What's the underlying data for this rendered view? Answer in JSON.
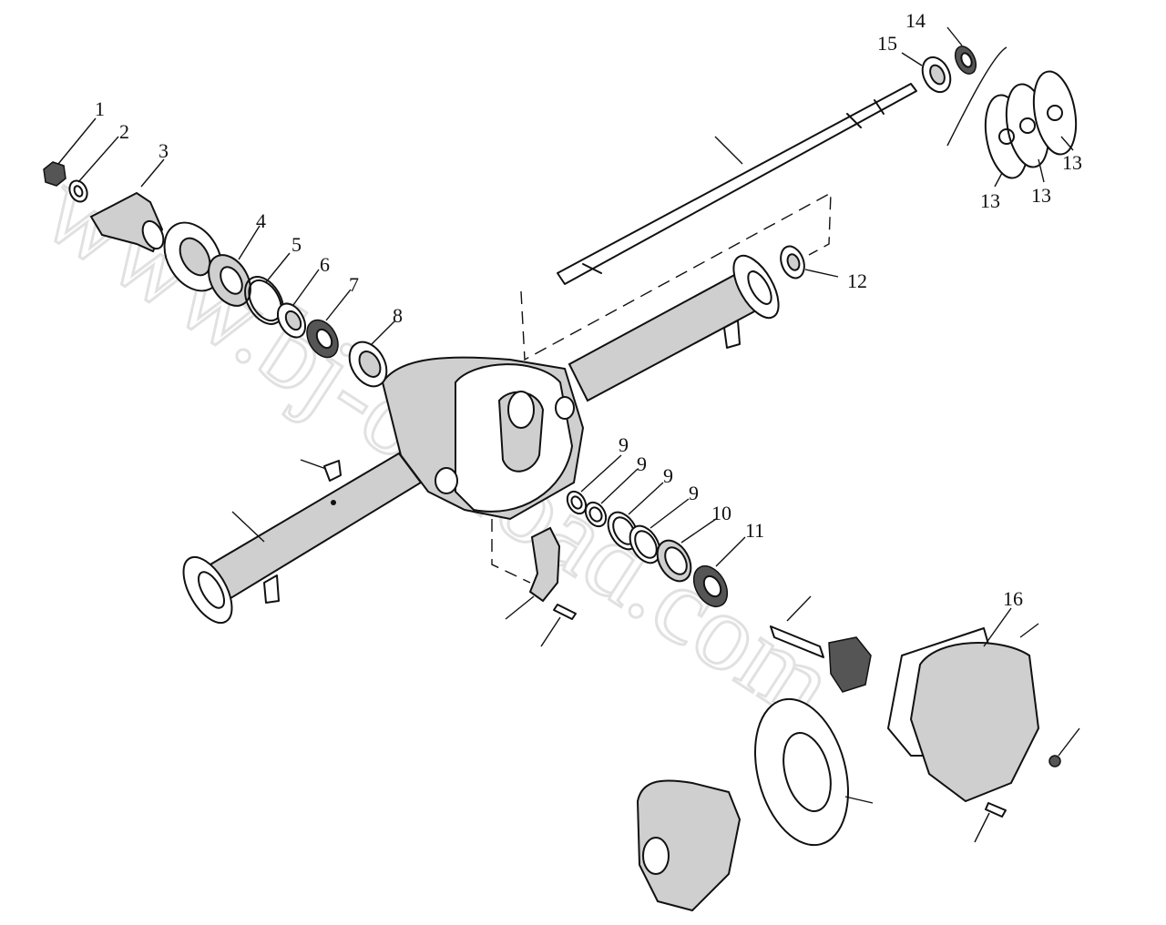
{
  "watermark": "www.bj-offroad.com",
  "labels": {
    "p1": "1",
    "p2": "2",
    "p3": "3",
    "p4": "4",
    "p5": "5",
    "p6": "6",
    "p7": "7",
    "p8": "8",
    "p9a": "9",
    "p9b": "9",
    "p9c": "9",
    "p9d": "9",
    "p10": "10",
    "p11": "11",
    "p12": "12",
    "p13a": "13",
    "p13b": "13",
    "p13c": "13",
    "p14": "14",
    "p15": "15",
    "p16": "16"
  }
}
